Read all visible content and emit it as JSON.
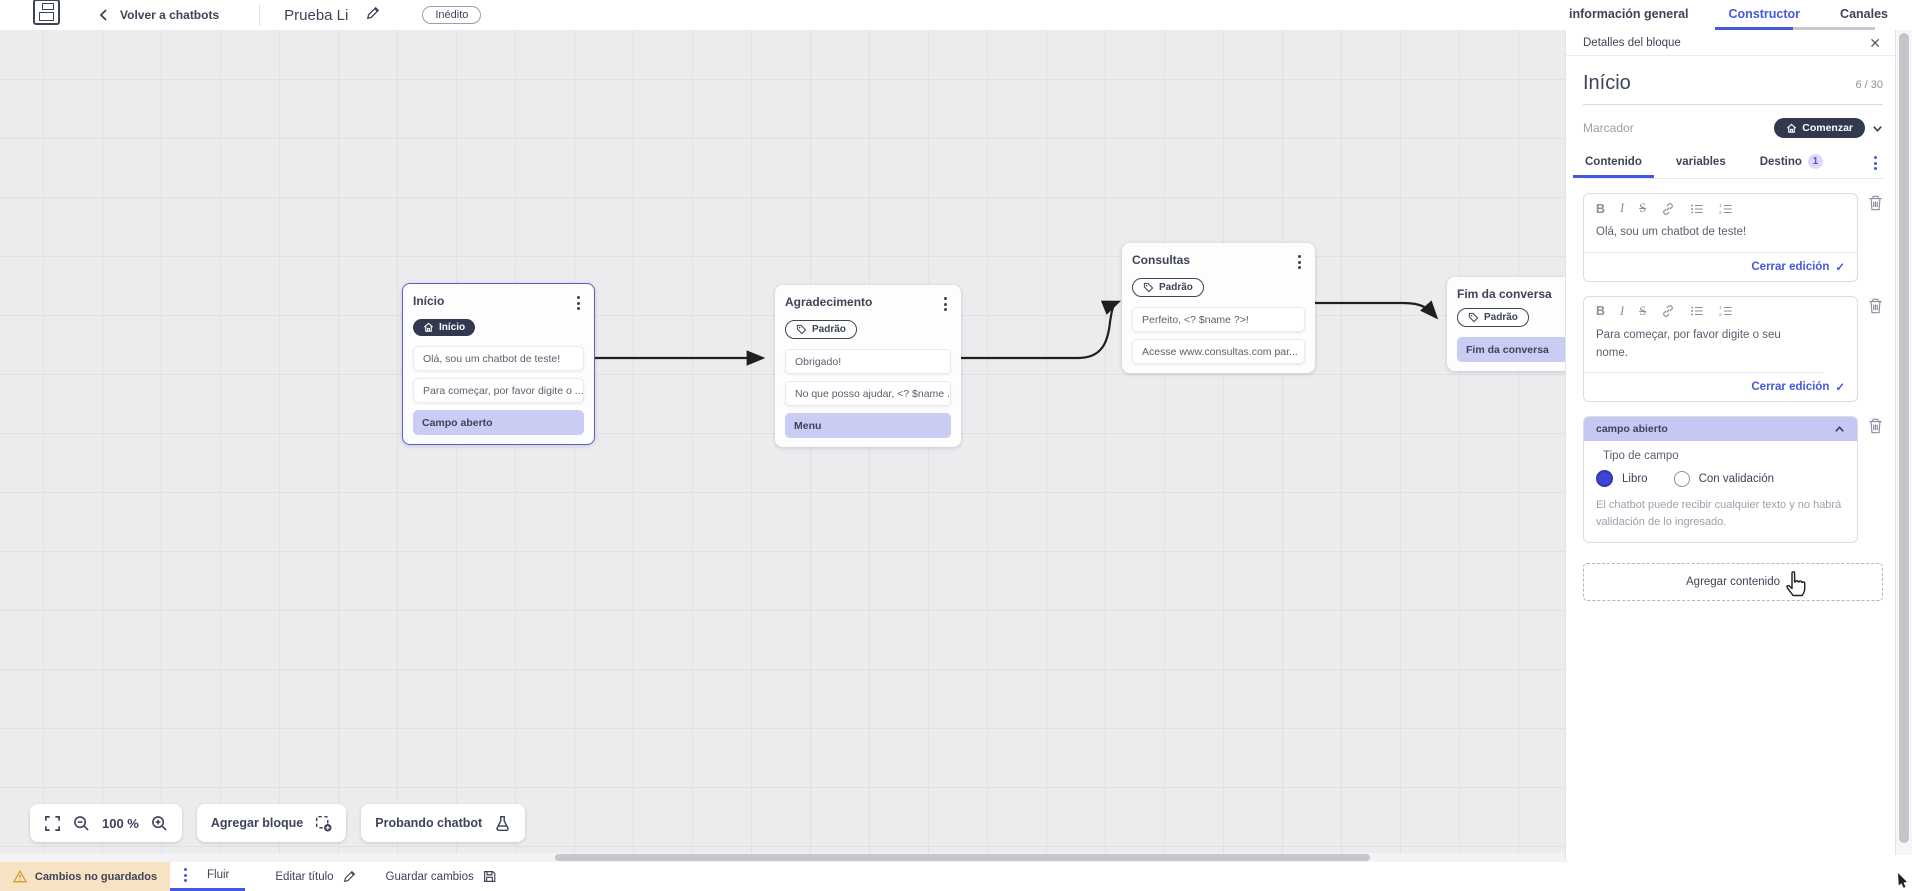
{
  "topbar": {
    "back_label": "Volver a chatbots",
    "title": "Prueba Li",
    "status_badge": "Inédito",
    "tabs": [
      {
        "label": "información general",
        "active": false
      },
      {
        "label": "Constructor",
        "active": true
      },
      {
        "label": "Canales",
        "active": false
      }
    ]
  },
  "canvas": {
    "nodes": [
      {
        "title": "Início",
        "badge": {
          "label": "Início",
          "icon": "home-icon",
          "style": "dark"
        },
        "rows": [
          {
            "text": "Olá, sou um chatbot de teste!",
            "type": "message"
          },
          {
            "text": "Para começar, por favor digite o ...",
            "type": "message"
          },
          {
            "text": "Campo aberto",
            "type": "action"
          }
        ],
        "selected": true
      },
      {
        "title": "Agradecimento",
        "badge": {
          "label": "Padrão",
          "icon": "tag-icon",
          "style": "outline"
        },
        "rows": [
          {
            "text": "Obrigado!",
            "type": "message"
          },
          {
            "text": "No que posso ajudar, <? $name ...",
            "type": "message"
          },
          {
            "text": "Menu",
            "type": "action"
          }
        ],
        "selected": false
      },
      {
        "title": "Consultas",
        "badge": {
          "label": "Padrão",
          "icon": "tag-icon",
          "style": "outline"
        },
        "rows": [
          {
            "text": "Perfeito, <? $name ?>!",
            "type": "message"
          },
          {
            "text": "Acesse www.consultas.com par...",
            "type": "message"
          }
        ],
        "selected": false
      },
      {
        "title": "Fim da conversa",
        "badge": {
          "label": "Padrão",
          "icon": "tag-icon",
          "style": "outline"
        },
        "rows": [
          {
            "text": "Fim da conversa",
            "type": "action"
          }
        ],
        "selected": false
      }
    ],
    "toolbar": {
      "zoom_level": "100 %",
      "add_block_label": "Agregar bloque",
      "test_chatbot_label": "Probando chatbot"
    }
  },
  "panel": {
    "header": "Detalles del bloque",
    "block_name": "Início",
    "name_counter": "6 / 30",
    "marker_label": "Marcador",
    "marker_value": "Comenzar",
    "tabs": [
      {
        "label": "Contenido",
        "active": true
      },
      {
        "label": "variables",
        "active": false
      },
      {
        "label": "Destino",
        "badge": "1",
        "active": false
      }
    ],
    "editor_toolbar": {
      "bold": "B",
      "italic": "I",
      "strike": "S"
    },
    "editors": [
      {
        "text": "Olá, sou um chatbot de teste!",
        "close_label": "Cerrar edición",
        "check": "✓"
      },
      {
        "text": "Para começar, por favor digite o seu nome.",
        "close_label": "Cerrar edición",
        "check": "✓"
      }
    ],
    "open_field": {
      "header": "campo abierto",
      "type_label": "Tipo de campo",
      "options": [
        {
          "label": "Libro",
          "selected": true
        },
        {
          "label": "Con validación",
          "selected": false
        }
      ],
      "help_text": "El chatbot puede recibir cualquier texto y no habrá validación de lo ingresado."
    },
    "add_content_label": "Agregar contenido"
  },
  "bottombar": {
    "unsaved_label": "Cambios no guardados",
    "flow_tab_label": "Fluir",
    "edit_title_label": "Editar título",
    "save_label": "Guardar cambios"
  },
  "colors": {
    "accent_blue": "#4558e0",
    "navy_text": "#3d4359",
    "lavender_row": "#c9cdf4",
    "lavender_header": "#c5c8f2",
    "dark_pill": "#323850",
    "unsaved_amber_bg": "#f8e2c4",
    "warning_icon": "#d9a23b",
    "canvas_bg": "#ececee",
    "connector": "#1f1f1f"
  },
  "icons": {
    "marker_badge": "home-icon",
    "node_badge": "tag-icon",
    "node_menu": "kebab-icon",
    "delete": "trash-icon",
    "close": "close-icon",
    "confirm": "check-icon",
    "zoom": "magnifier-icon",
    "test": "flask-icon",
    "save": "floppy-icon",
    "warning": "warning-triangle-icon",
    "edit": "pencil-icon"
  }
}
